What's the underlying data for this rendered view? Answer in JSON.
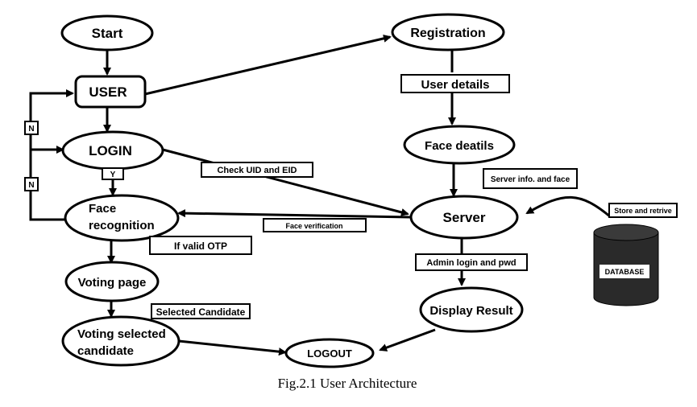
{
  "nodes": {
    "start": "Start",
    "user": "USER",
    "login": "LOGIN",
    "face_recognition_line1": "Face",
    "face_recognition_line2": "recognition",
    "voting_page": "Voting page",
    "voting_selected_line1": "Voting selected",
    "voting_selected_line2": "candidate",
    "logout": "LOGOUT",
    "registration": "Registration",
    "face_details": "Face deatils",
    "server": "Server",
    "display_result": "Display Result",
    "database": "DATABASE"
  },
  "labels": {
    "user_details": "User details",
    "n_upper": "N",
    "n_lower": "N",
    "y": "Y",
    "check_uid_eid": "Check UID and EID",
    "server_info": "Server info. and face",
    "store_retrive": "Store and retrive",
    "face_verification": "Face verification",
    "if_valid_otp": "If valid OTP",
    "admin_login": "Admin login and pwd",
    "selected_candidate": "Selected Candidate"
  },
  "caption": "Fig.2.1 User Architecture"
}
